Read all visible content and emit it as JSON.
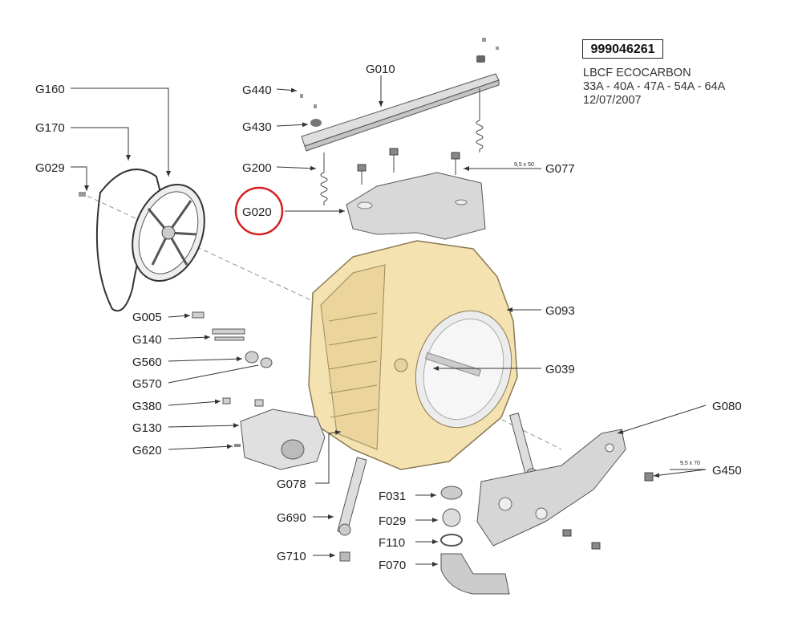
{
  "header": {
    "model_code": "999046261",
    "title": "LBCF ECOCARBON",
    "variants": "33A - 40A - 47A - 54A - 64A",
    "date": "12/07/2007"
  },
  "labels": {
    "G010": "G010",
    "G440": "G440",
    "G430": "G430",
    "G200": "G200",
    "G077": "G077",
    "G020": "G020",
    "G160": "G160",
    "G170": "G170",
    "G029": "G029",
    "G005": "G005",
    "G140": "G140",
    "G560": "G560",
    "G570": "G570",
    "G380": "G380",
    "G130": "G130",
    "G620": "G620",
    "G093": "G093",
    "G039": "G039",
    "G080": "G080",
    "G450": "G450",
    "G078": "G078",
    "G690": "G690",
    "G710": "G710",
    "F031": "F031",
    "F029": "F029",
    "F110": "F110",
    "F070": "F070"
  },
  "dimensions": {
    "g077": "9,5 x 50",
    "g450": "9,5 x 70"
  },
  "highlight": {
    "part": "G020",
    "color": "#d62020"
  },
  "colors": {
    "tub": "#f4e2b0",
    "tub_stroke": "#8a7a55",
    "parts": "#dcdcdc",
    "parts_dark": "#bdbdbd"
  }
}
